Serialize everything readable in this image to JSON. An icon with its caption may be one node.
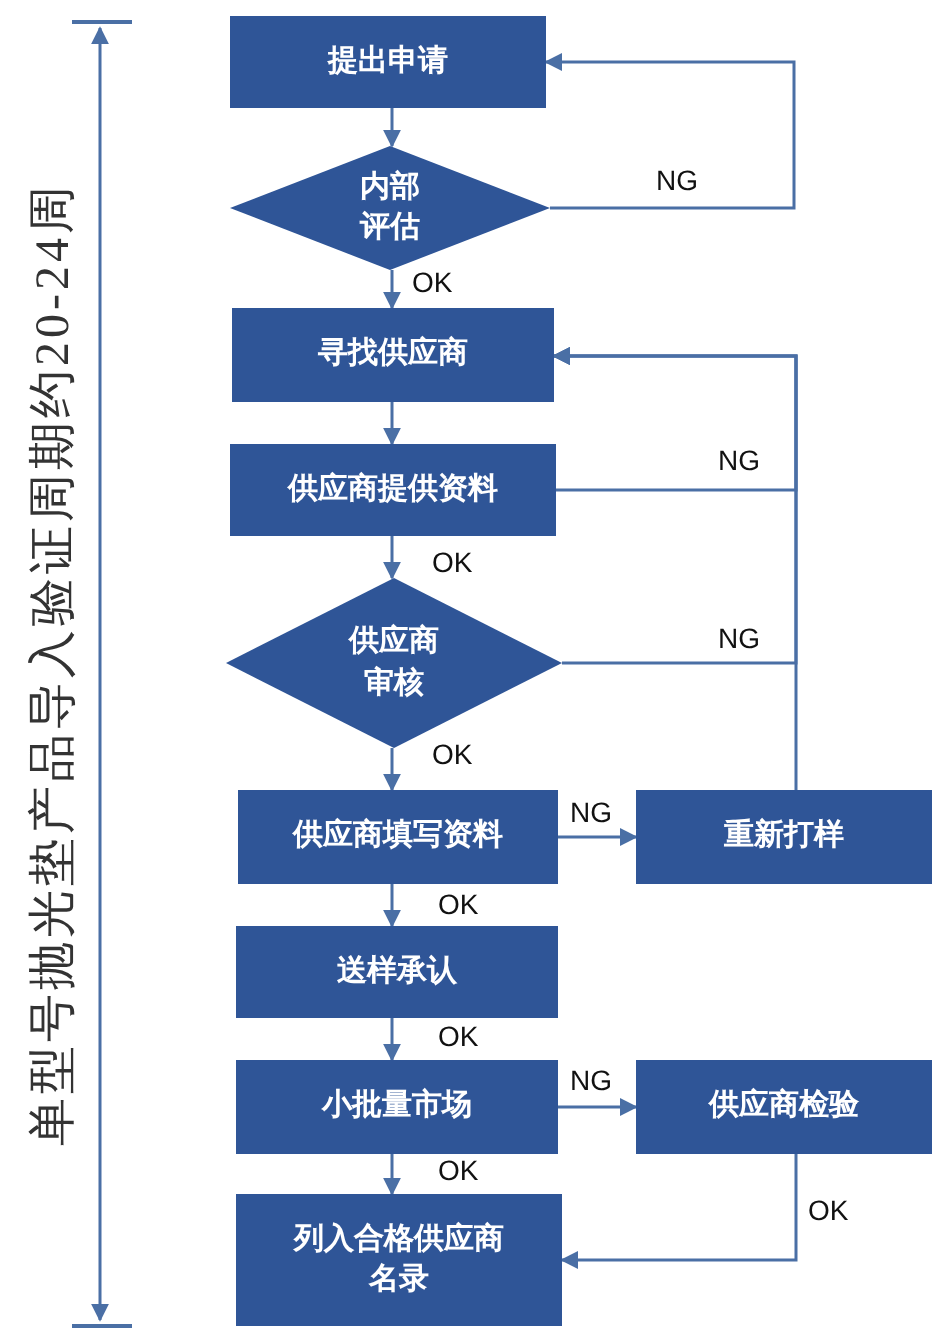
{
  "diagram": {
    "nodes": [
      {
        "text": [
          "提出申请"
        ]
      },
      {
        "text": [
          "内部评估"
        ]
      },
      {
        "text": [
          "寻找供应商"
        ]
      },
      {
        "text": [
          "供应商提供资料"
        ]
      },
      {
        "text": [
          "供应商审核"
        ]
      },
      {
        "text": [
          "供应商填写资料"
        ]
      },
      {
        "text": [
          "重新打样"
        ]
      },
      {
        "text": [
          "送样承认"
        ]
      },
      {
        "text": [
          "小批量市场"
        ]
      },
      {
        "text": [
          "供应商检验"
        ]
      },
      {
        "text": [
          "列入合格供应商名录"
        ]
      }
    ],
    "edges": [
      {
        "from": 0,
        "to": 1,
        "arrow": "to"
      },
      {
        "from": 1,
        "to": 2,
        "arrow": "to",
        "label": "OK"
      },
      {
        "from": 1,
        "to": 0,
        "arrow": "to",
        "label": "NG"
      },
      {
        "from": 2,
        "to": 3,
        "arrow": "to"
      },
      {
        "from": 3,
        "to": 2,
        "arrow": "to",
        "label": "NG"
      },
      {
        "from": 3,
        "to": 4,
        "arrow": "to",
        "label": "OK"
      },
      {
        "from": 4,
        "to": 2,
        "arrow": "to",
        "label": "NG"
      },
      {
        "from": 4,
        "to": 5,
        "arrow": "to",
        "label": "OK"
      },
      {
        "from": 5,
        "to": 6,
        "arrow": "to",
        "label": "NG"
      },
      {
        "from": 6,
        "to": 2,
        "arrow": "to"
      },
      {
        "from": 5,
        "to": 7,
        "arrow": "to",
        "label": "OK"
      },
      {
        "from": 7,
        "to": 8,
        "arrow": "to",
        "label": "OK"
      },
      {
        "from": 8,
        "to": 9,
        "arrow": "to",
        "label": "NG"
      },
      {
        "from": 8,
        "to": 10,
        "arrow": "to",
        "label": "OK"
      },
      {
        "from": 9,
        "to": 10,
        "arrow": "to",
        "label": "OK"
      }
    ],
    "labels": [
      "单型号抛光垫产品导入验证周期约20-24周"
    ]
  }
}
